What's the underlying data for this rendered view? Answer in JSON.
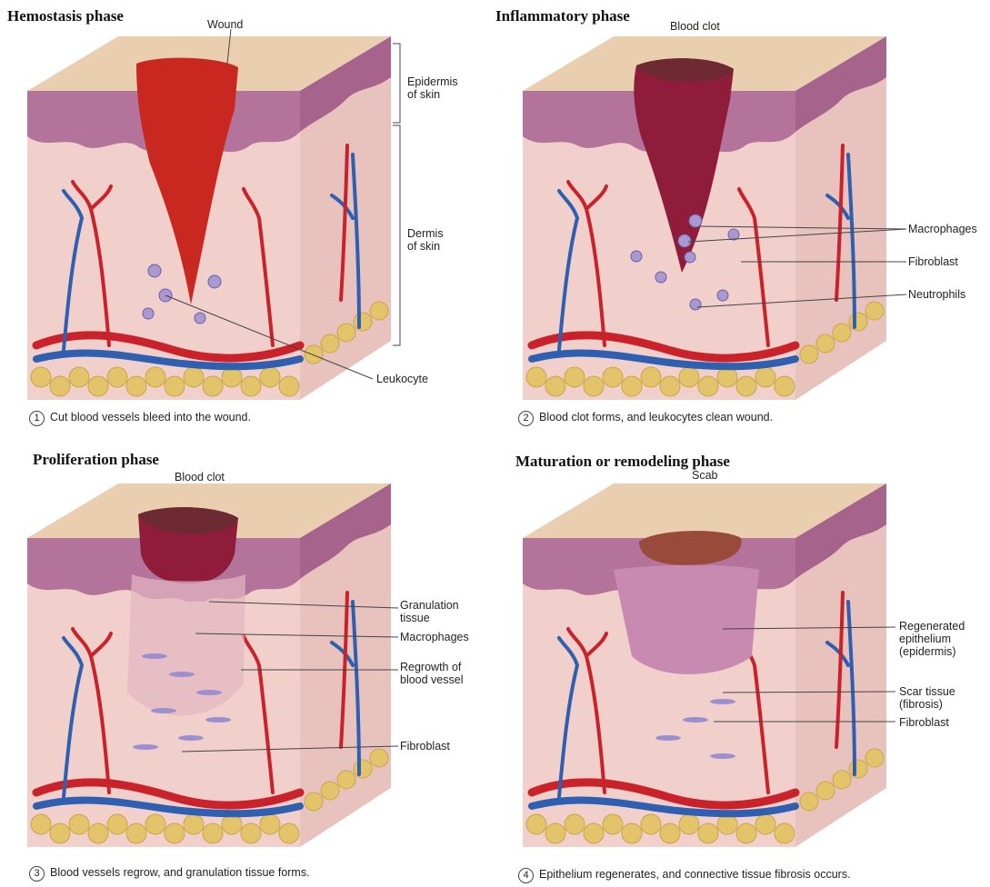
{
  "panels": [
    {
      "title": "Hemostasis phase",
      "labels": [
        "Wound",
        "Epidermis\nof skin",
        "Dermis\nof skin",
        "Leukocyte"
      ],
      "step_number": "1",
      "caption": "Cut blood vessels bleed into the wound."
    },
    {
      "title": "Inflammatory phase",
      "labels": [
        "Blood clot",
        "Macrophages",
        "Fibroblast",
        "Neutrophils"
      ],
      "step_number": "2",
      "caption": "Blood clot forms, and leukocytes clean wound."
    },
    {
      "title": "Proliferation phase",
      "labels": [
        "Blood clot",
        "Granulation\ntissue",
        "Macrophages",
        "Regrowth of\nblood vessel",
        "Fibroblast"
      ],
      "step_number": "3",
      "caption": "Blood vessels regrow, and granulation tissue forms."
    },
    {
      "title": "Maturation or remodeling phase",
      "labels": [
        "Scab",
        "Regenerated\nepithelium\n(epidermis)",
        "Scar tissue\n(fibrosis)",
        "Fibroblast"
      ],
      "step_number": "4",
      "caption": "Epithelium regenerates, and connective tissue fibrosis occurs."
    }
  ],
  "colors": {
    "skin_surface": "#e9cfb0",
    "epidermis": "#b4739b",
    "dermis": "#f1cfcb",
    "artery": "#c9222a",
    "vein": "#2f5fb0",
    "fat": "#e3c46a",
    "wound_blood": "#c8281f",
    "clot": "#8e1c3a",
    "scab": "#9a4a3a",
    "cell": "#a89ad0"
  }
}
